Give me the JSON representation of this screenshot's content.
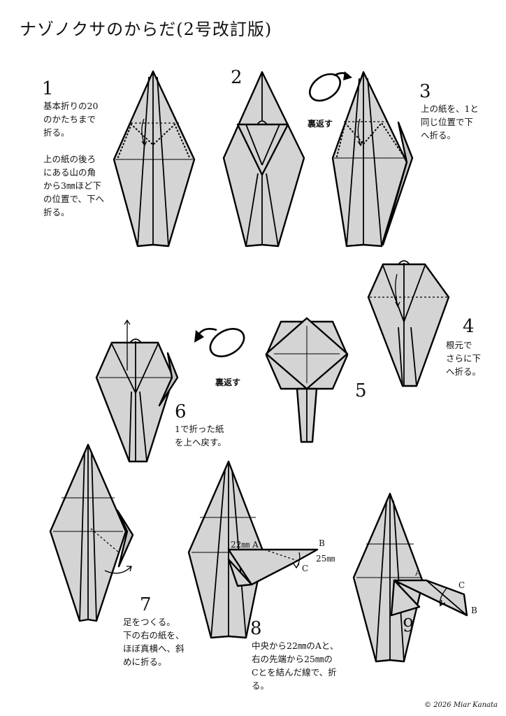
{
  "title": "ナゾノクサのからだ(2号改訂版)",
  "steps": [
    {
      "number": "1",
      "text": "基本折りの20\nのかたちまで\n折る。\n\n上の紙の後ろ\nにある山の角\nから3㎜ほど下\nの位置で、下へ\n折る。"
    },
    {
      "number": "2",
      "text": ""
    },
    {
      "number": "3",
      "text": "上の紙を、1と\n同じ位置で下\nへ折る。"
    },
    {
      "number": "4",
      "text": "根元で\nさらに下\nへ折る。"
    },
    {
      "number": "5",
      "text": ""
    },
    {
      "number": "6",
      "text": "1で折った紙\nを上へ戻す。"
    },
    {
      "number": "7",
      "text": "足をつくる。\n下の右の紙を、\nほぼ真横へ、斜\nめに折る。"
    },
    {
      "number": "8",
      "text": "中央から22㎜のAと、\n右の先端から25㎜の\nCとを結んだ線で、折\nる。"
    },
    {
      "number": "9",
      "text": ""
    }
  ],
  "turn_over_label": "裏返す",
  "points": {
    "step8": {
      "a_label": "22㎜ A",
      "b_label": "B",
      "b_dist": "25㎜",
      "c_label": "C"
    },
    "step9": {
      "a_label": "A",
      "b_label": "B",
      "c_label": "C"
    }
  },
  "copyright": "© 2026 Miar Kanata"
}
